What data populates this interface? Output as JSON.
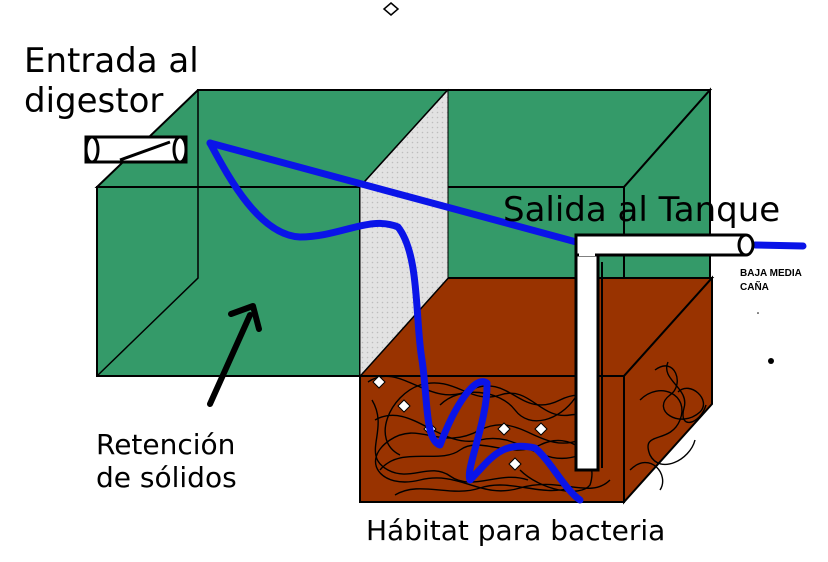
{
  "labels": {
    "inlet_line1": "Entrada al",
    "inlet_line2": "digestor",
    "outlet": "Salida al Tanque",
    "outlet_note_line1": "BAJA MEDIA",
    "outlet_note_line2": "CAÑA",
    "solids_line1": "Retención",
    "solids_line2": "de sólidos",
    "habitat": "Hábitat para bacteria"
  },
  "colors": {
    "tank_green": "#349a69",
    "media_brown": "#993300",
    "flow_blue": "#0a14e8",
    "screen_grey": "#dcdcdc",
    "outline": "#000000"
  },
  "icons": [
    "arrow-icon",
    "diamond-marker-icon"
  ]
}
